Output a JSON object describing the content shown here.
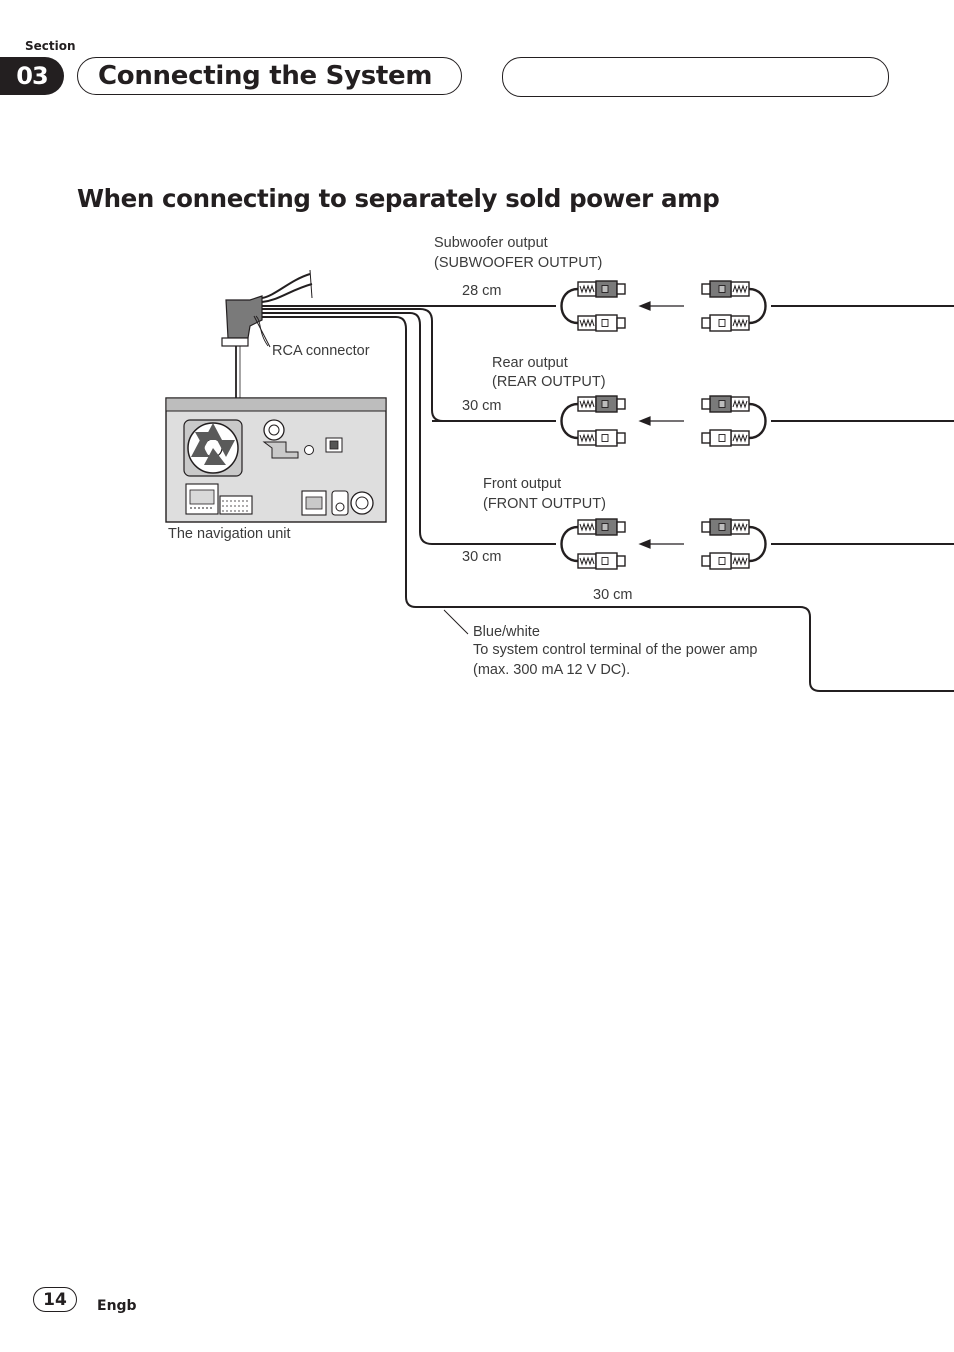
{
  "header": {
    "section_label": "Section",
    "section_number": "03",
    "chapter_title": "Connecting the System"
  },
  "page_heading": "When connecting to separately sold power amp",
  "diagram": {
    "subwoofer_output_title": "Subwoofer output",
    "subwoofer_output_code": "(SUBWOOFER OUTPUT)",
    "subwoofer_length": "28 cm",
    "rca_connector": "RCA connector",
    "rear_output_title": "Rear output",
    "rear_output_code": "(REAR OUTPUT)",
    "rear_length": "30 cm",
    "front_output_title": "Front output",
    "front_output_code": "(FRONT OUTPUT)",
    "front_length": "30 cm",
    "navigation_unit": "The navigation unit",
    "remote_length": "30 cm",
    "remote_wire_color": "Blue/white",
    "remote_wire_desc_1": "To system control terminal of the power amp",
    "remote_wire_desc_2": "(max. 300 mA 12 V DC)."
  },
  "footer": {
    "page_number": "14",
    "language_code": "Engb"
  }
}
